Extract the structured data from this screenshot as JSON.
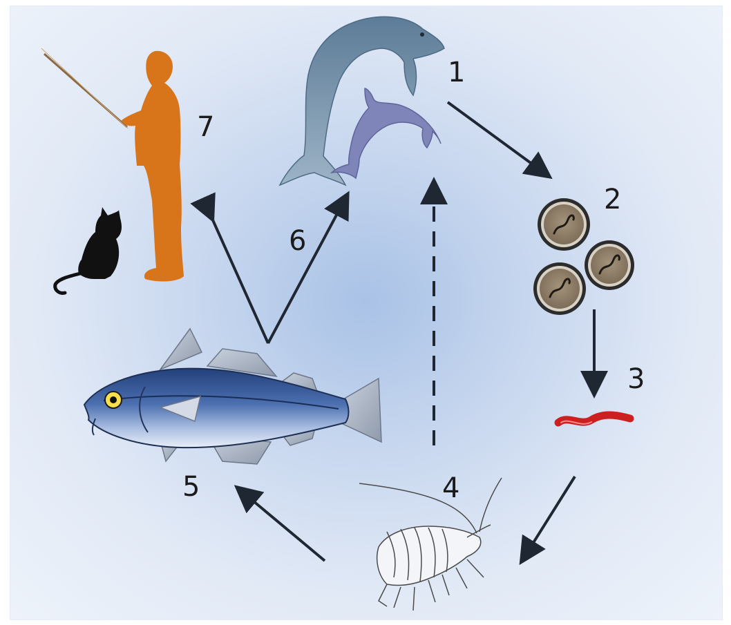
{
  "stages": [
    {
      "number": "1",
      "name": "dolphins",
      "icon": "dolphin-icon"
    },
    {
      "number": "2",
      "name": "eggs",
      "icon": "egg-icon"
    },
    {
      "number": "3",
      "name": "larva",
      "icon": "larva-icon"
    },
    {
      "number": "4",
      "name": "krill",
      "icon": "shrimp-icon"
    },
    {
      "number": "5",
      "name": "fish",
      "icon": "fish-icon"
    },
    {
      "number": "6",
      "name": "fish-eaters",
      "icon": "arrow-icon"
    },
    {
      "number": "7",
      "name": "humans-and-cats",
      "icon": "fisherman-icon"
    }
  ],
  "colors": {
    "background_center": "#a9c2e6",
    "background_edge": "#eef3fa",
    "arrow": "#1f2733",
    "human": "#d8741a",
    "cat": "#111111",
    "larva": "#cc1f1f",
    "egg_fill": "#8a7b67",
    "fish_body": "#4b6fb0",
    "dolphin_large": "#6e8da6",
    "dolphin_small": "#7f84b9"
  }
}
